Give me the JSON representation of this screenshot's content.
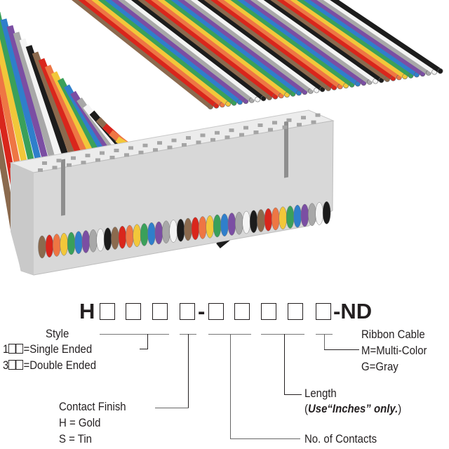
{
  "wire_colors": [
    "#8b6a4e",
    "#d9261c",
    "#ee7644",
    "#f2c73a",
    "#3aa05a",
    "#2f7fcb",
    "#7b4ea3",
    "#a8a8a8",
    "#f4f4f4",
    "#1c1c1c"
  ],
  "connector_color": "#dcdcdc",
  "part_number": {
    "prefix": "H",
    "dash": "-",
    "suffix": "-ND"
  },
  "style": {
    "title": "Style",
    "opt1_prefix": "1",
    "opt1_label": "=Single Ended",
    "opt3_prefix": "3",
    "opt3_label": "=Double Ended"
  },
  "contact_finish": {
    "title": "Contact Finish",
    "gold": "H = Gold",
    "tin": "S = Tin"
  },
  "contacts": {
    "title": "No. of Contacts"
  },
  "length": {
    "title": "Length",
    "open": "(",
    "note": "Use“Inches” only.",
    "close": ")"
  },
  "ribbon": {
    "title": "Ribbon Cable",
    "multi": "M=Multi-Color",
    "gray": "G=Gray"
  }
}
